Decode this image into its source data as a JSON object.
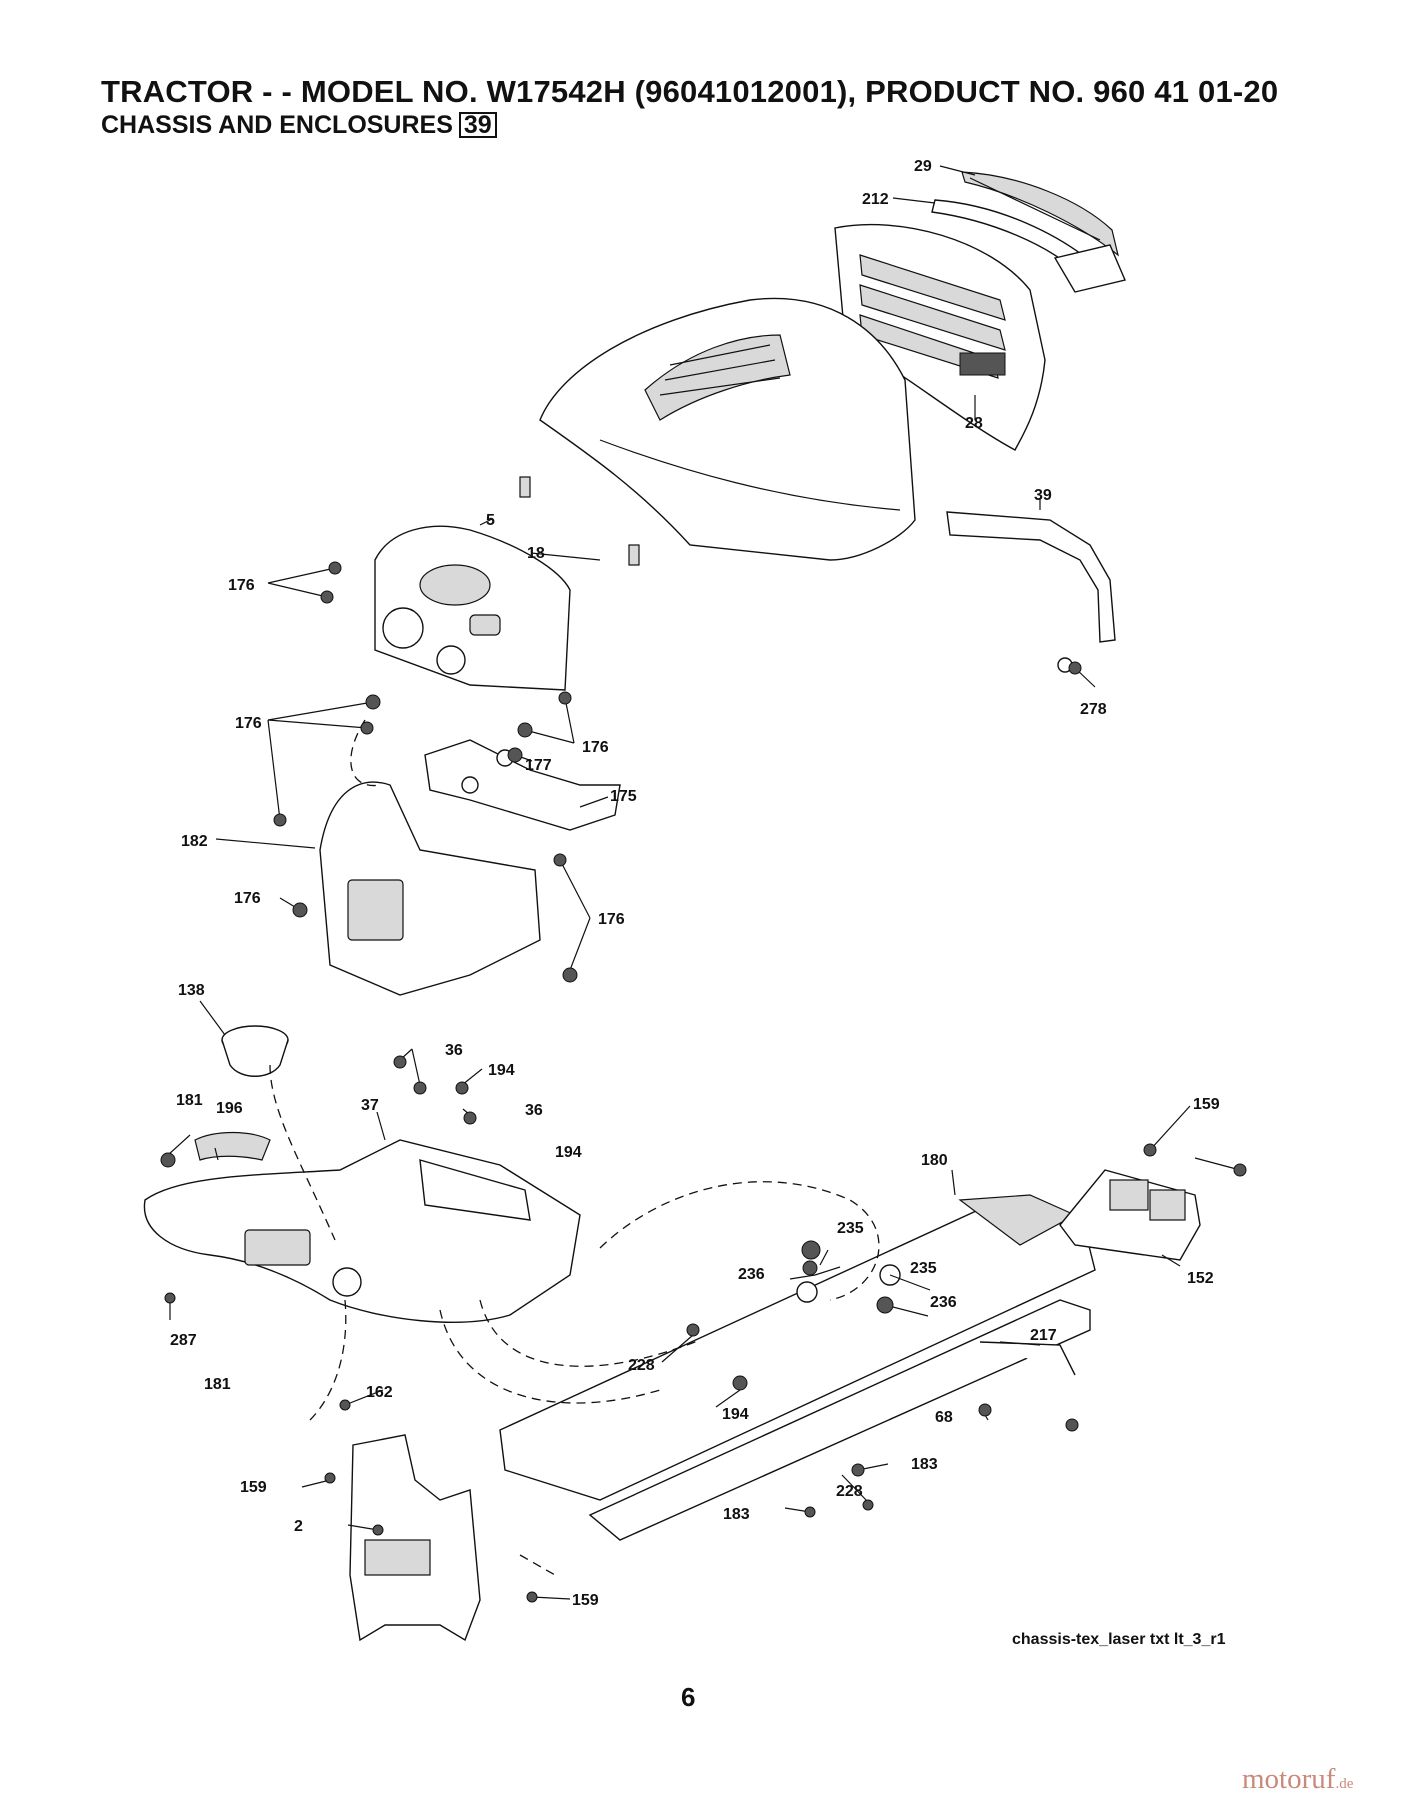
{
  "header": {
    "title": "TRACTOR - - MODEL NO. W17542H  (96041012001), PRODUCT NO. 960 41 01-20",
    "subtitle": "CHASSIS AND ENCLOSURES",
    "section_number": "39"
  },
  "callouts": {
    "c29": "29",
    "c212": "212",
    "c28": "28",
    "c5": "5",
    "c18": "18",
    "c176a": "176",
    "c176b": "176",
    "c176c": "176",
    "c176d": "176",
    "c176e": "176",
    "c177": "177",
    "c175": "175",
    "c182": "182",
    "c39": "39",
    "c278": "278",
    "c138": "138",
    "c36a": "36",
    "c36b": "36",
    "c194a": "194",
    "c194b": "194",
    "c194c": "194",
    "c181a": "181",
    "c181b": "181",
    "c196": "196",
    "c37": "37",
    "c159a": "159",
    "c159b": "159",
    "c159c": "159",
    "c180": "180",
    "c152": "152",
    "c235a": "235",
    "c235b": "235",
    "c236a": "236",
    "c236b": "236",
    "c287": "287",
    "c228a": "228",
    "c228b": "228",
    "c217": "217",
    "c162": "162",
    "c68": "68",
    "c183a": "183",
    "c183b": "183",
    "c2": "2"
  },
  "footer": {
    "reference": "chassis-tex_laser txt lt_3_r1",
    "page_number": "6",
    "watermark_main": "motoruf",
    "watermark_suffix": ".de"
  },
  "colors": {
    "ink": "#111111",
    "watermark": "#c98a7b",
    "background": "#ffffff"
  }
}
